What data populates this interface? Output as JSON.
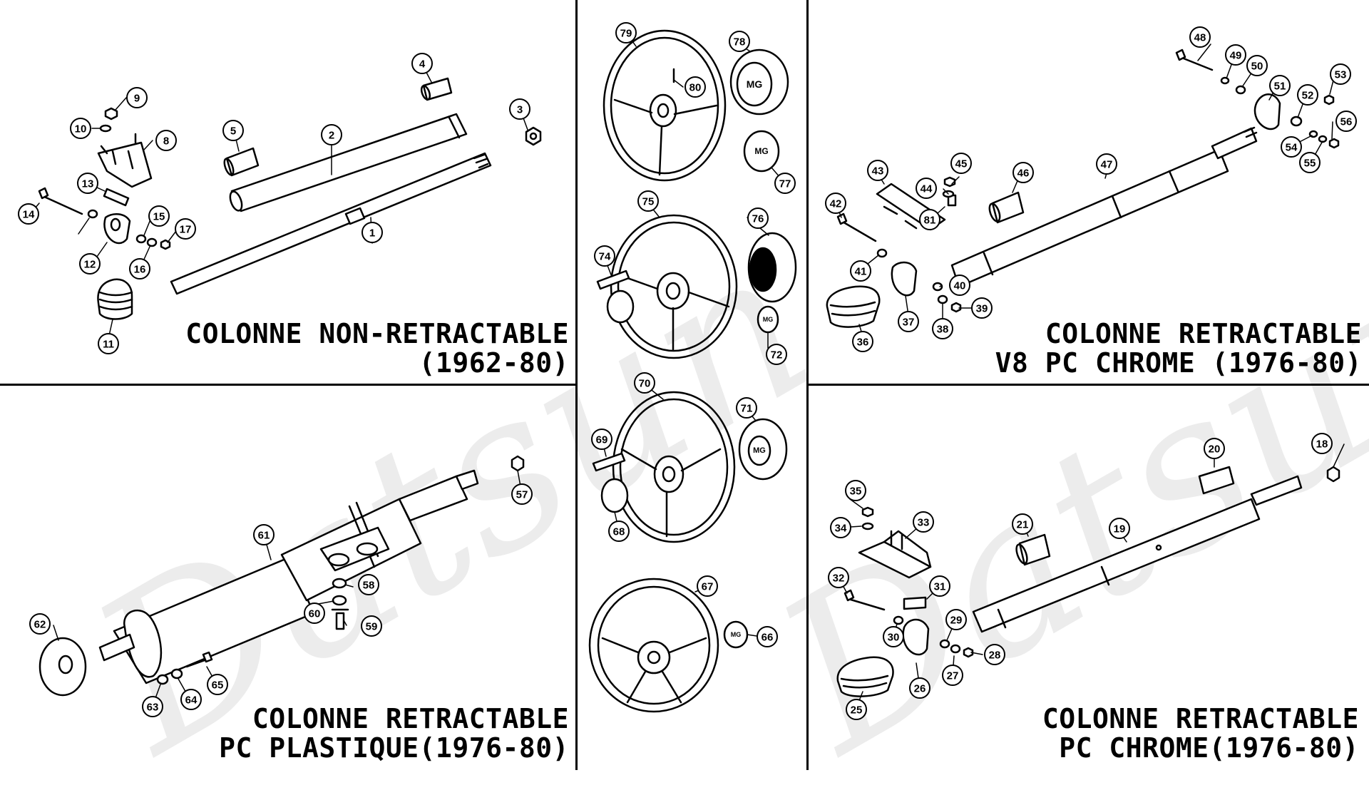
{
  "colors": {
    "line": "#000000",
    "background": "#ffffff",
    "watermark": "#ececec"
  },
  "watermark": "Datsun",
  "panels": {
    "top_left": {
      "line1": "COLONNE NON-RETRACTABLE",
      "line2": "(1962-80)"
    },
    "top_right": {
      "line1": "COLONNE RETRACTABLE",
      "line2": "V8 PC CHROME (1976-80)"
    },
    "bottom_left": {
      "line1": "COLONNE RETRACTABLE",
      "line2": "PC PLASTIQUE(1976-80)"
    },
    "bottom_right": {
      "line1": "COLONNE RETRACTABLE",
      "line2": "PC CHROME(1976-80)"
    }
  },
  "parts": [
    "1",
    "2",
    "3",
    "4",
    "5",
    "8",
    "9",
    "10",
    "11",
    "12",
    "13",
    "14",
    "15",
    "16",
    "17",
    "18",
    "19",
    "20",
    "21",
    "25",
    "26",
    "27",
    "28",
    "29",
    "30",
    "31",
    "32",
    "33",
    "34",
    "35",
    "36",
    "37",
    "38",
    "39",
    "40",
    "41",
    "42",
    "43",
    "44",
    "45",
    "46",
    "47",
    "48",
    "49",
    "50",
    "51",
    "52",
    "53",
    "54",
    "55",
    "56",
    "57",
    "58",
    "59",
    "60",
    "61",
    "62",
    "63",
    "64",
    "65",
    "66",
    "67",
    "68",
    "69",
    "70",
    "71",
    "72",
    "74",
    "75",
    "76",
    "77",
    "78",
    "79",
    "80",
    "81"
  ],
  "badge_text": "MG"
}
